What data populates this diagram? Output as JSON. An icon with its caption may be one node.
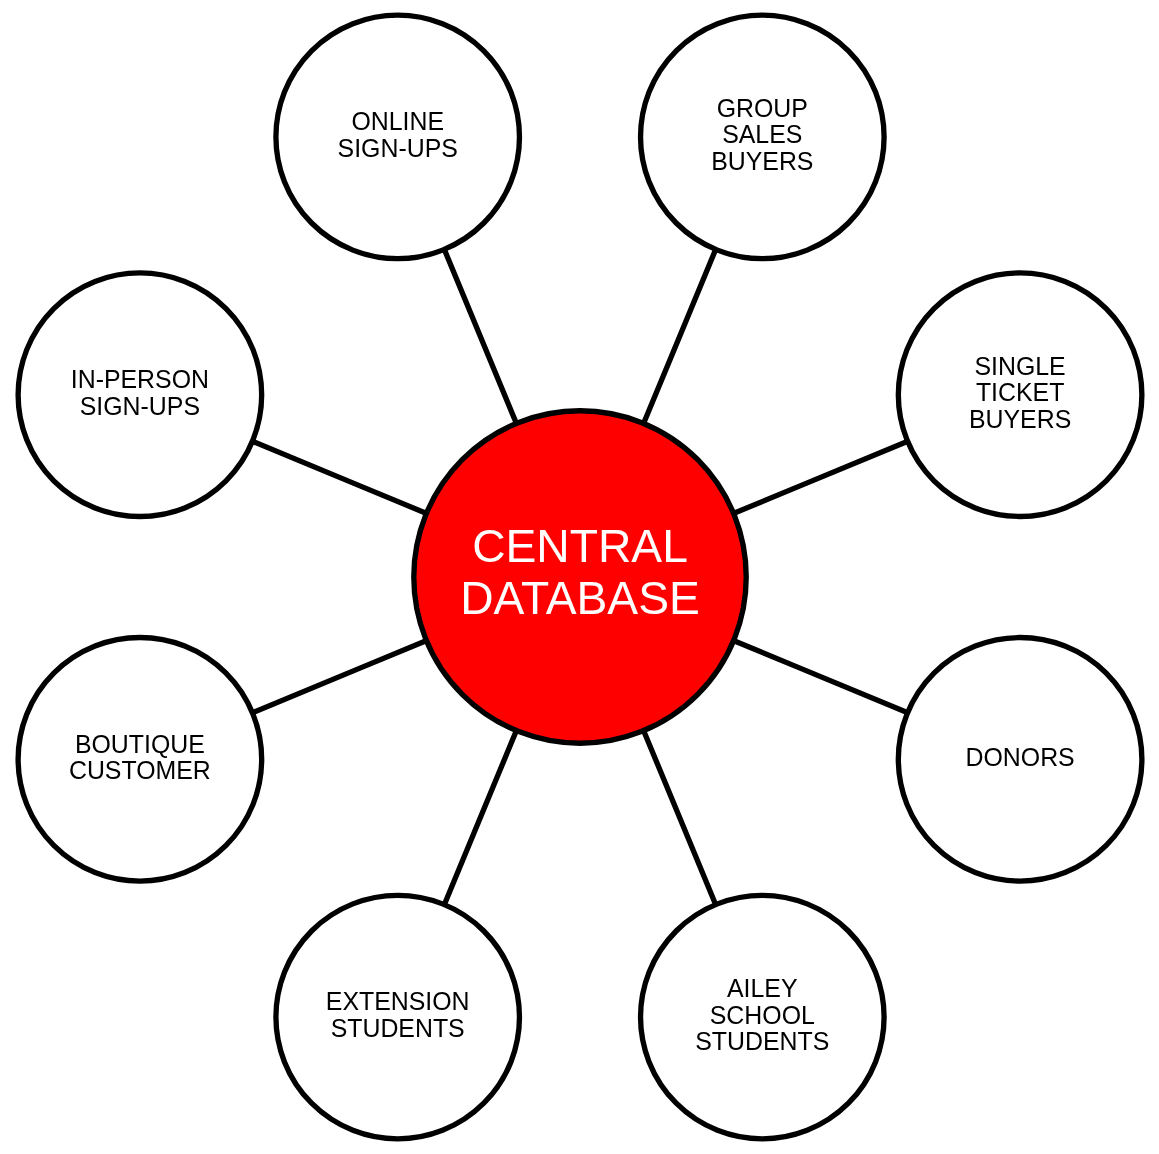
{
  "diagram": {
    "nodes": [
      {
        "text": [
          "CENTRAL DATABASE"
        ]
      },
      {
        "text": [
          "SINGLE TICKET BUYERS"
        ]
      },
      {
        "text": [
          "GROUP SALES BUYERS"
        ]
      },
      {
        "text": [
          "ONLINE SIGN-UPS"
        ]
      },
      {
        "text": [
          "IN-PERSON SIGN-UPS"
        ]
      },
      {
        "text": [
          "BOUTIQUE CUSTOMER"
        ]
      },
      {
        "text": [
          "EXTENSION STUDENTS"
        ]
      },
      {
        "text": [
          "AILEY SCHOOL STUDENTS"
        ]
      },
      {
        "text": [
          "DONORS"
        ]
      }
    ],
    "edges": [
      {
        "from": 0,
        "to": 1,
        "arrow": "none"
      },
      {
        "from": 0,
        "to": 2,
        "arrow": "none"
      },
      {
        "from": 0,
        "to": 3,
        "arrow": "none"
      },
      {
        "from": 0,
        "to": 4,
        "arrow": "none"
      },
      {
        "from": 0,
        "to": 5,
        "arrow": "none"
      },
      {
        "from": 0,
        "to": 6,
        "arrow": "none"
      },
      {
        "from": 0,
        "to": 7,
        "arrow": "none"
      },
      {
        "from": 0,
        "to": 8,
        "arrow": "none"
      }
    ]
  }
}
